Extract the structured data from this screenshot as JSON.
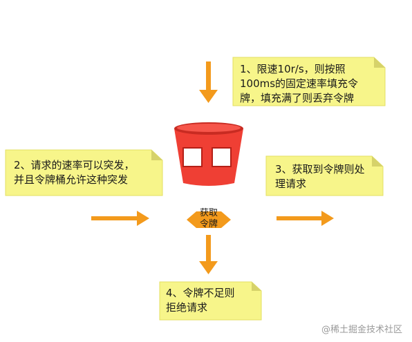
{
  "notes": {
    "top": {
      "line1": "1、限速10r/s，则按照",
      "line2": "100ms的固定速率填充令",
      "line3": "牌，填充满了则丢弃令牌"
    },
    "left": {
      "line1": "2、请求的速率可以突发，",
      "line2": "并且令牌桶允许这种突发"
    },
    "right": {
      "line1": "3、获取到令牌则处",
      "line2": "理请求"
    },
    "bottom": {
      "line1": "4、令牌不足则",
      "line2": "拒绝请求"
    }
  },
  "center": {
    "line1": "获取",
    "line2": "令牌"
  },
  "watermark": "@稀土掘金技术社区",
  "colors": {
    "note_fill": "#f7f58a",
    "note_fold": "#d6d26a",
    "arrow": "#f39a1c",
    "bucket_red": "#ef3f34",
    "bucket_rim": "#c82b22",
    "diamond": "#f39a1c"
  }
}
